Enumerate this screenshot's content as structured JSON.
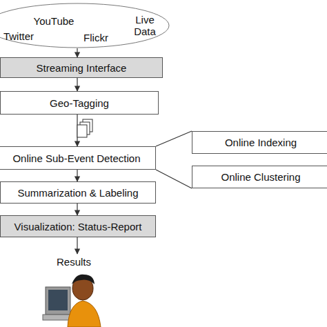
{
  "diagram": {
    "nodes": [
      {
        "text": [
          "Twitter",
          "YouTube",
          "Flickr",
          "Live Data"
        ]
      },
      {
        "text": [
          "Streaming Interface"
        ]
      },
      {
        "text": [
          "Geo-Tagging"
        ]
      },
      {
        "text": [
          "Online Sub-Event Detection"
        ]
      },
      {
        "text": [
          "Online Indexing"
        ]
      },
      {
        "text": [
          "Online Clustering"
        ]
      },
      {
        "text": [
          "Summarization & Labeling"
        ]
      },
      {
        "text": [
          "Visualization: Status-Report"
        ]
      }
    ],
    "edges": [
      {
        "from": 0,
        "to": 1,
        "arrow": "to"
      },
      {
        "from": 1,
        "to": 2,
        "arrow": "to"
      },
      {
        "from": 2,
        "to": 3,
        "arrow": "to"
      },
      {
        "from": 3,
        "to": 4,
        "arrow": "none"
      },
      {
        "from": 3,
        "to": 5,
        "arrow": "none"
      },
      {
        "from": 3,
        "to": 6,
        "arrow": "to"
      },
      {
        "from": 6,
        "to": 7,
        "arrow": "to"
      }
    ],
    "labels": [
      "Results"
    ]
  }
}
